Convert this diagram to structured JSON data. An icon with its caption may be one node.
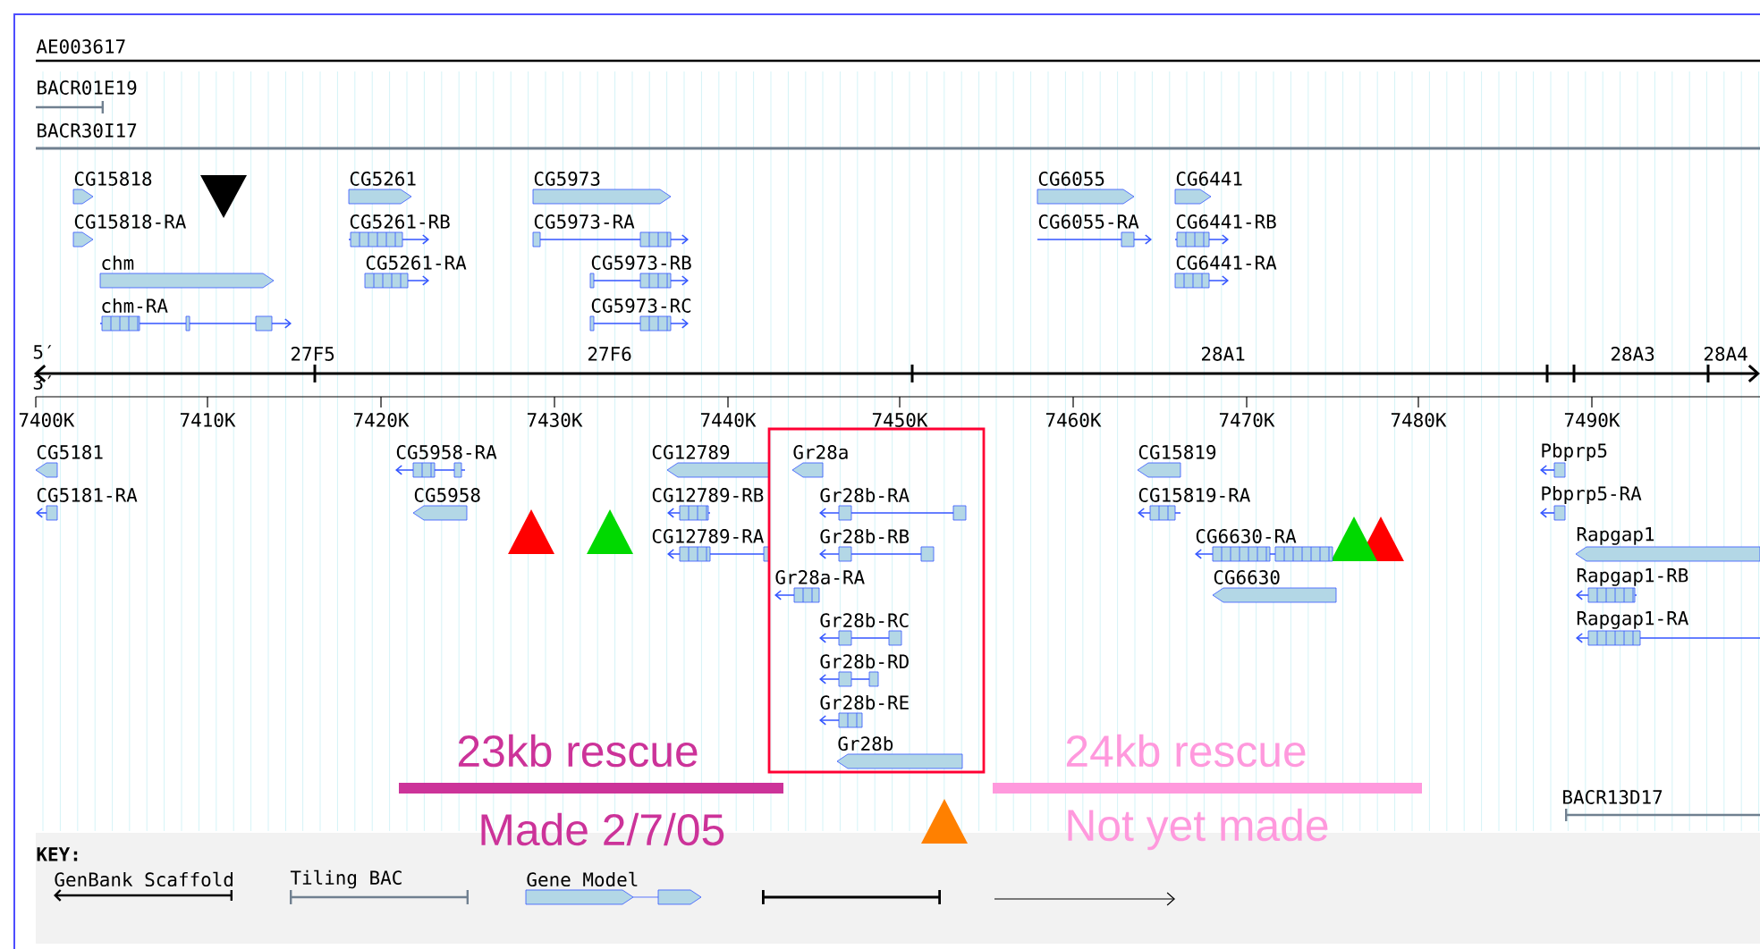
{
  "diagram": {
    "nodes": [
      {
        "text": [
          "Gr28a",
          "Gr28b-RA",
          "Gr28b-RB",
          "Gr28a-RA",
          "Gr28b-RC",
          "Gr28b-RD",
          "Gr28b-RE",
          "Gr28b"
        ]
      }
    ],
    "labels": [
      "AE003617",
      "BACR01E19",
      "BACR30I17",
      "CG15818",
      "CG5261",
      "CG5973",
      "CG6055",
      "CG6441",
      "CG15818-RA",
      "CG5261-RB",
      "CG5973-RA",
      "CG6055-RA",
      "CG6441-RB",
      "chm",
      "CG5261-RA",
      "CG5973-RB",
      "CG6441-RA",
      "chm-RA",
      "CG5973-RC",
      "5′",
      "27F5",
      "27F6",
      "28A1",
      "28A3",
      "28A4",
      "3′",
      "7400K",
      "7410K",
      "7420K",
      "7430K",
      "7440K",
      "7450K",
      "7460K",
      "7470K",
      "7480K",
      "7490K",
      "CG5181",
      "CG5958-RA",
      "CG12789",
      "CG15819",
      "Pbprp5",
      "CG5181-RA",
      "CG5958",
      "CG12789-RB",
      "CG15819-RA",
      "Pbprp5-RA",
      "CG12789-RA",
      "CG6630-RA",
      "Rapgap1",
      "CG6630",
      "Rapgap1-RB",
      "Rapgap1-RA",
      "23kb rescue",
      "24kb rescue",
      "BACR13D17",
      "Made 2/7/05",
      "Not yet made",
      "KEY:"
    ],
    "legend": [
      {
        "text": "GenBank Scaffold"
      },
      {
        "text": "Tiling BAC"
      },
      {
        "text": "Gene Model"
      }
    ]
  }
}
